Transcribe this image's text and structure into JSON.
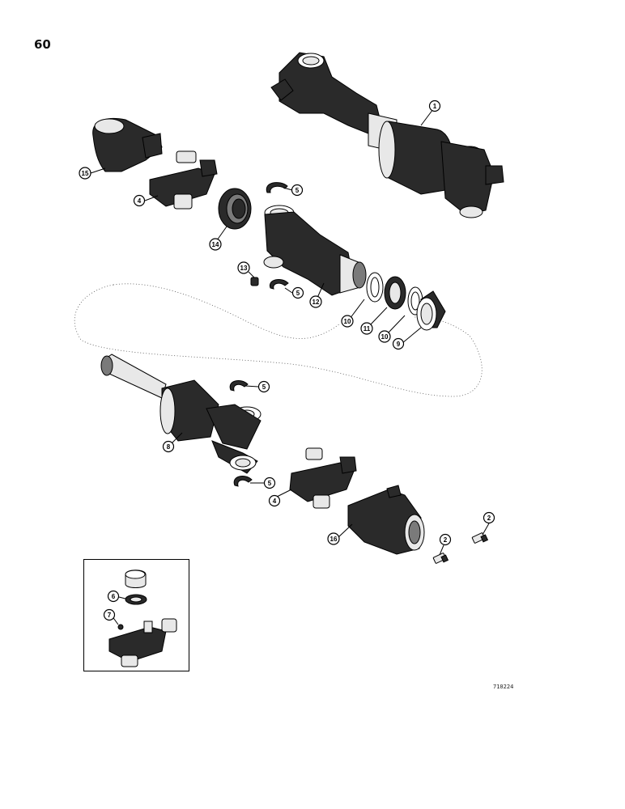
{
  "page_number": "60",
  "figure_code": "710224",
  "callouts": [
    {
      "id": "c1",
      "label": "1"
    },
    {
      "id": "c15",
      "label": "15"
    },
    {
      "id": "c4a",
      "label": "4"
    },
    {
      "id": "c5a",
      "label": "5"
    },
    {
      "id": "c14",
      "label": "14"
    },
    {
      "id": "c13",
      "label": "13"
    },
    {
      "id": "c5b",
      "label": "5"
    },
    {
      "id": "c12",
      "label": "12"
    },
    {
      "id": "c10a",
      "label": "10"
    },
    {
      "id": "c11",
      "label": "11"
    },
    {
      "id": "c10b",
      "label": "10"
    },
    {
      "id": "c9",
      "label": "9"
    },
    {
      "id": "c5c",
      "label": "5"
    },
    {
      "id": "c8",
      "label": "8"
    },
    {
      "id": "c5d",
      "label": "5"
    },
    {
      "id": "c4b",
      "label": "4"
    },
    {
      "id": "c2a",
      "label": "2"
    },
    {
      "id": "c16",
      "label": "16"
    },
    {
      "id": "c2b",
      "label": "2"
    },
    {
      "id": "c6",
      "label": "6"
    },
    {
      "id": "c7",
      "label": "7"
    }
  ]
}
